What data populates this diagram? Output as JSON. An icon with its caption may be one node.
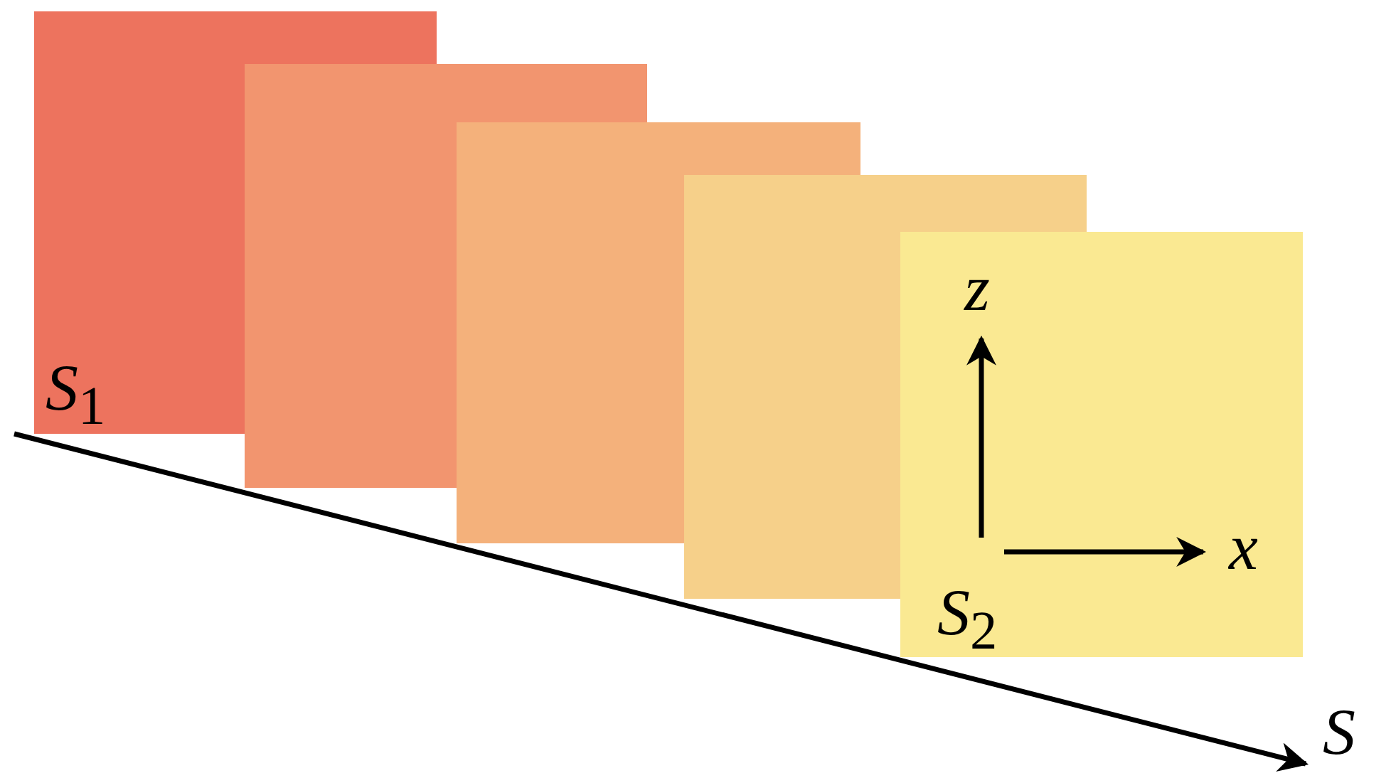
{
  "diagram": {
    "nodes": [
      {
        "text": [
          "*S*$_{1}$"
        ]
      },
      {
        "text": [],
        "shape": "box"
      },
      {
        "text": [],
        "shape": "box"
      },
      {
        "text": [],
        "shape": "box"
      },
      {
        "text": [
          "*S*$_{2}$"
        ]
      }
    ],
    "labels": [
      "z",
      "x",
      "S"
    ]
  }
}
